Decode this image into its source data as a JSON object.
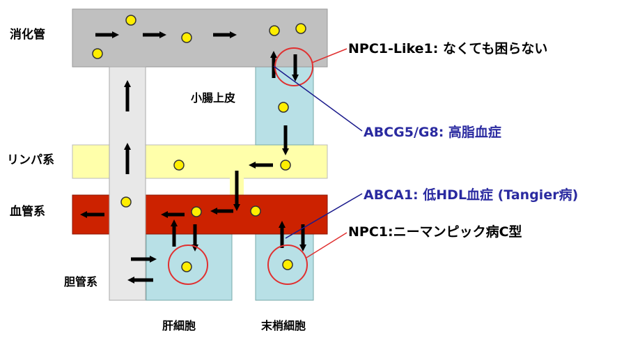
{
  "labels": {
    "digestive_tract": "消化管",
    "intestinal_epithelium": "小腸上皮",
    "lymphatic": "リンパ系",
    "vascular": "血管系",
    "biliary": "胆管系",
    "hepatocyte": "肝細胞",
    "peripheral_cell": "末梢細胞"
  },
  "annotations": {
    "npc1l1": "NPC1-Like1: なくても困らない",
    "abcg5_g8": "ABCG5/G8: 高脂血症",
    "abca1": "ABCA1: 低HDL血症 (Tangier病)",
    "npc1": "NPC1:ニーマンピック病C型"
  },
  "colors": {
    "digestive_tract": "#c0c0c0",
    "lymphatic": "#ffffaa",
    "vascular": "#cc2200",
    "cell": "#b8e0e6",
    "bile_duct": "#e8e8e8",
    "cholesterol_dot": "#ffee00",
    "red_marker": "#e03030",
    "blue_line": "#1a1a8c",
    "blue_text": "#2a2aa0",
    "red_line": "#e03030"
  }
}
